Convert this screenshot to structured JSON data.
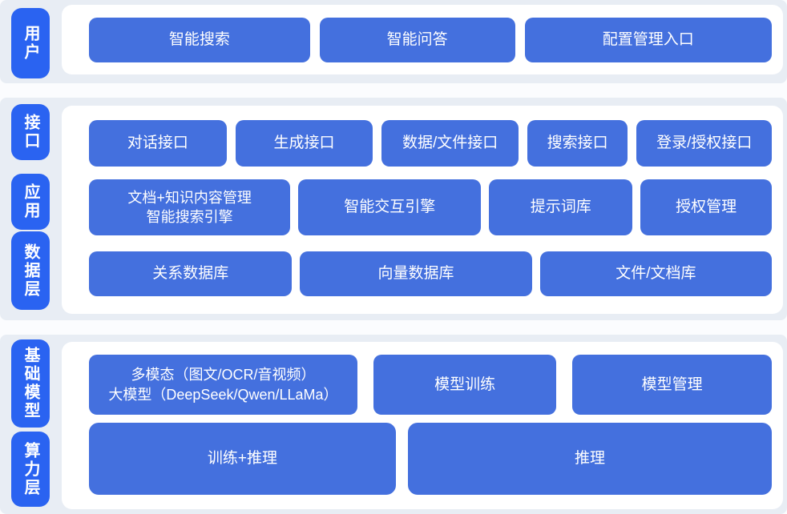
{
  "diagram": {
    "type": "layered-architecture",
    "colors": {
      "block_blue": "#4470DE",
      "tag_blue": "#2A63F1",
      "band_bg": "#E8EDF4",
      "panel_bg": "#FFFFFF",
      "page_bg": "#FBFCFE",
      "text": "#FFFFFF"
    }
  },
  "sections": [
    {
      "tags": [
        "用户"
      ],
      "rows": [
        [
          "智能搜索",
          "智能问答",
          "配置管理入口"
        ]
      ]
    },
    {
      "tags": [
        "接口",
        "应用",
        "数据层"
      ],
      "rows": [
        [
          "对话接口",
          "生成接口",
          "数据/文件接口",
          "搜索接口",
          "登录/授权接口"
        ],
        [
          "文档+知识内容管理\n智能搜索引擎",
          "智能交互引擎",
          "提示词库",
          "授权管理"
        ],
        [
          "关系数据库",
          "向量数据库",
          "文件/文档库"
        ]
      ]
    },
    {
      "tags": [
        "基础模型",
        "算力层"
      ],
      "rows": [
        [
          "多模态（图文/OCR/音视频）\n大模型（DeepSeek/Qwen/LLaMa）",
          "模型训练",
          "模型管理"
        ],
        [
          "训练+推理",
          "推理"
        ]
      ]
    }
  ]
}
